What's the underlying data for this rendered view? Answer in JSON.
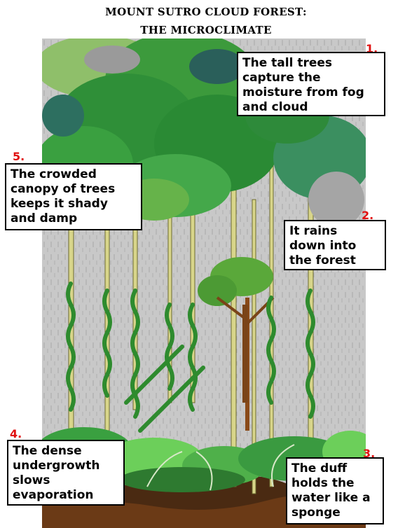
{
  "title_line1": "MOUNT SUTRO CLOUD FOREST:",
  "title_line2": "THE MICROCLIMATE",
  "callouts": [
    {
      "number": "1.",
      "text": "The tall trees\ncapture the\nmoisture from fog\nand cloud"
    },
    {
      "number": "2.",
      "text": "It rains\ndown into\nthe forest"
    },
    {
      "number": "3.",
      "text": "The duff\nholds the\nwater like a\nsponge"
    },
    {
      "number": "4.",
      "text": "The dense\nundergrowth\nslows\nevaporation"
    },
    {
      "number": "5.",
      "text": "The crowded\ncanopy of trees\nkeeps it shady\nand damp"
    }
  ],
  "colors": {
    "rain_background": "#c8c8c8",
    "canopy": "#2f9a3a",
    "trunk": "#d8d58a",
    "vine": "#2e8b2e",
    "soil": "#4a2a12",
    "number": "#e01010"
  }
}
